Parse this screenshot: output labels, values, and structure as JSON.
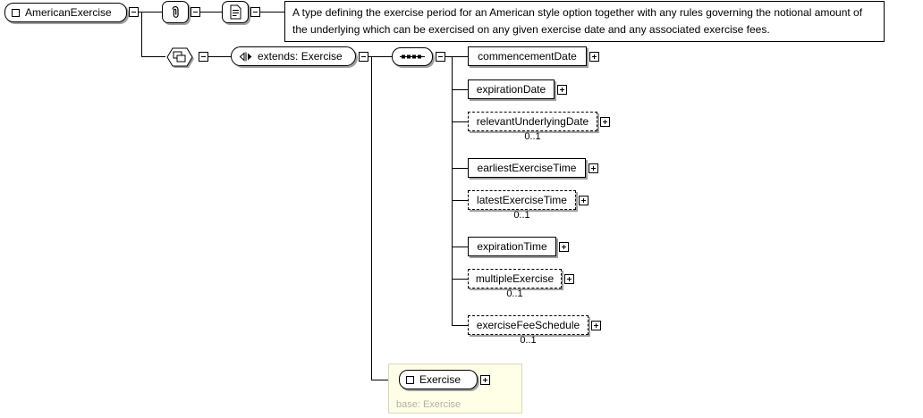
{
  "root_element": {
    "label": "AmericanExercise"
  },
  "annotation": {
    "documentation": "A type defining the exercise period for an American style option together with any rules governing the notional amount of the underlying which can be exercised on any given exercise date and any associated exercise fees."
  },
  "extension": {
    "label": "extends: Exercise"
  },
  "sequence": {
    "model": "sequence"
  },
  "children": [
    {
      "name": "commencementDate",
      "occurrence": ""
    },
    {
      "name": "expirationDate",
      "occurrence": ""
    },
    {
      "name": "relevantUnderlyingDate",
      "occurrence": "0..1"
    },
    {
      "name": "earliestExerciseTime",
      "occurrence": ""
    },
    {
      "name": "latestExerciseTime",
      "occurrence": "0..1"
    },
    {
      "name": "expirationTime",
      "occurrence": ""
    },
    {
      "name": "multipleExercise",
      "occurrence": "0..1"
    },
    {
      "name": "exerciseFeeSchedule",
      "occurrence": "0..1"
    }
  ],
  "base_type": {
    "label": "Exercise",
    "caption": "base: Exercise"
  },
  "icons": {
    "element": "small-square",
    "annotation": "paperclip",
    "documentation": "document-page",
    "derived_by_extension": "hexagon-with-overlapping-squares",
    "extends_marker": "left-right-triangles",
    "sequence": "line-with-black-squares",
    "collapse": "minus-box",
    "expand": "plus-box"
  },
  "colors": {
    "line": "#000000",
    "box_shadow": "#a0a0a0",
    "base_panel_bg": "#ffffe8",
    "base_caption_color": "#b0b0a4"
  }
}
